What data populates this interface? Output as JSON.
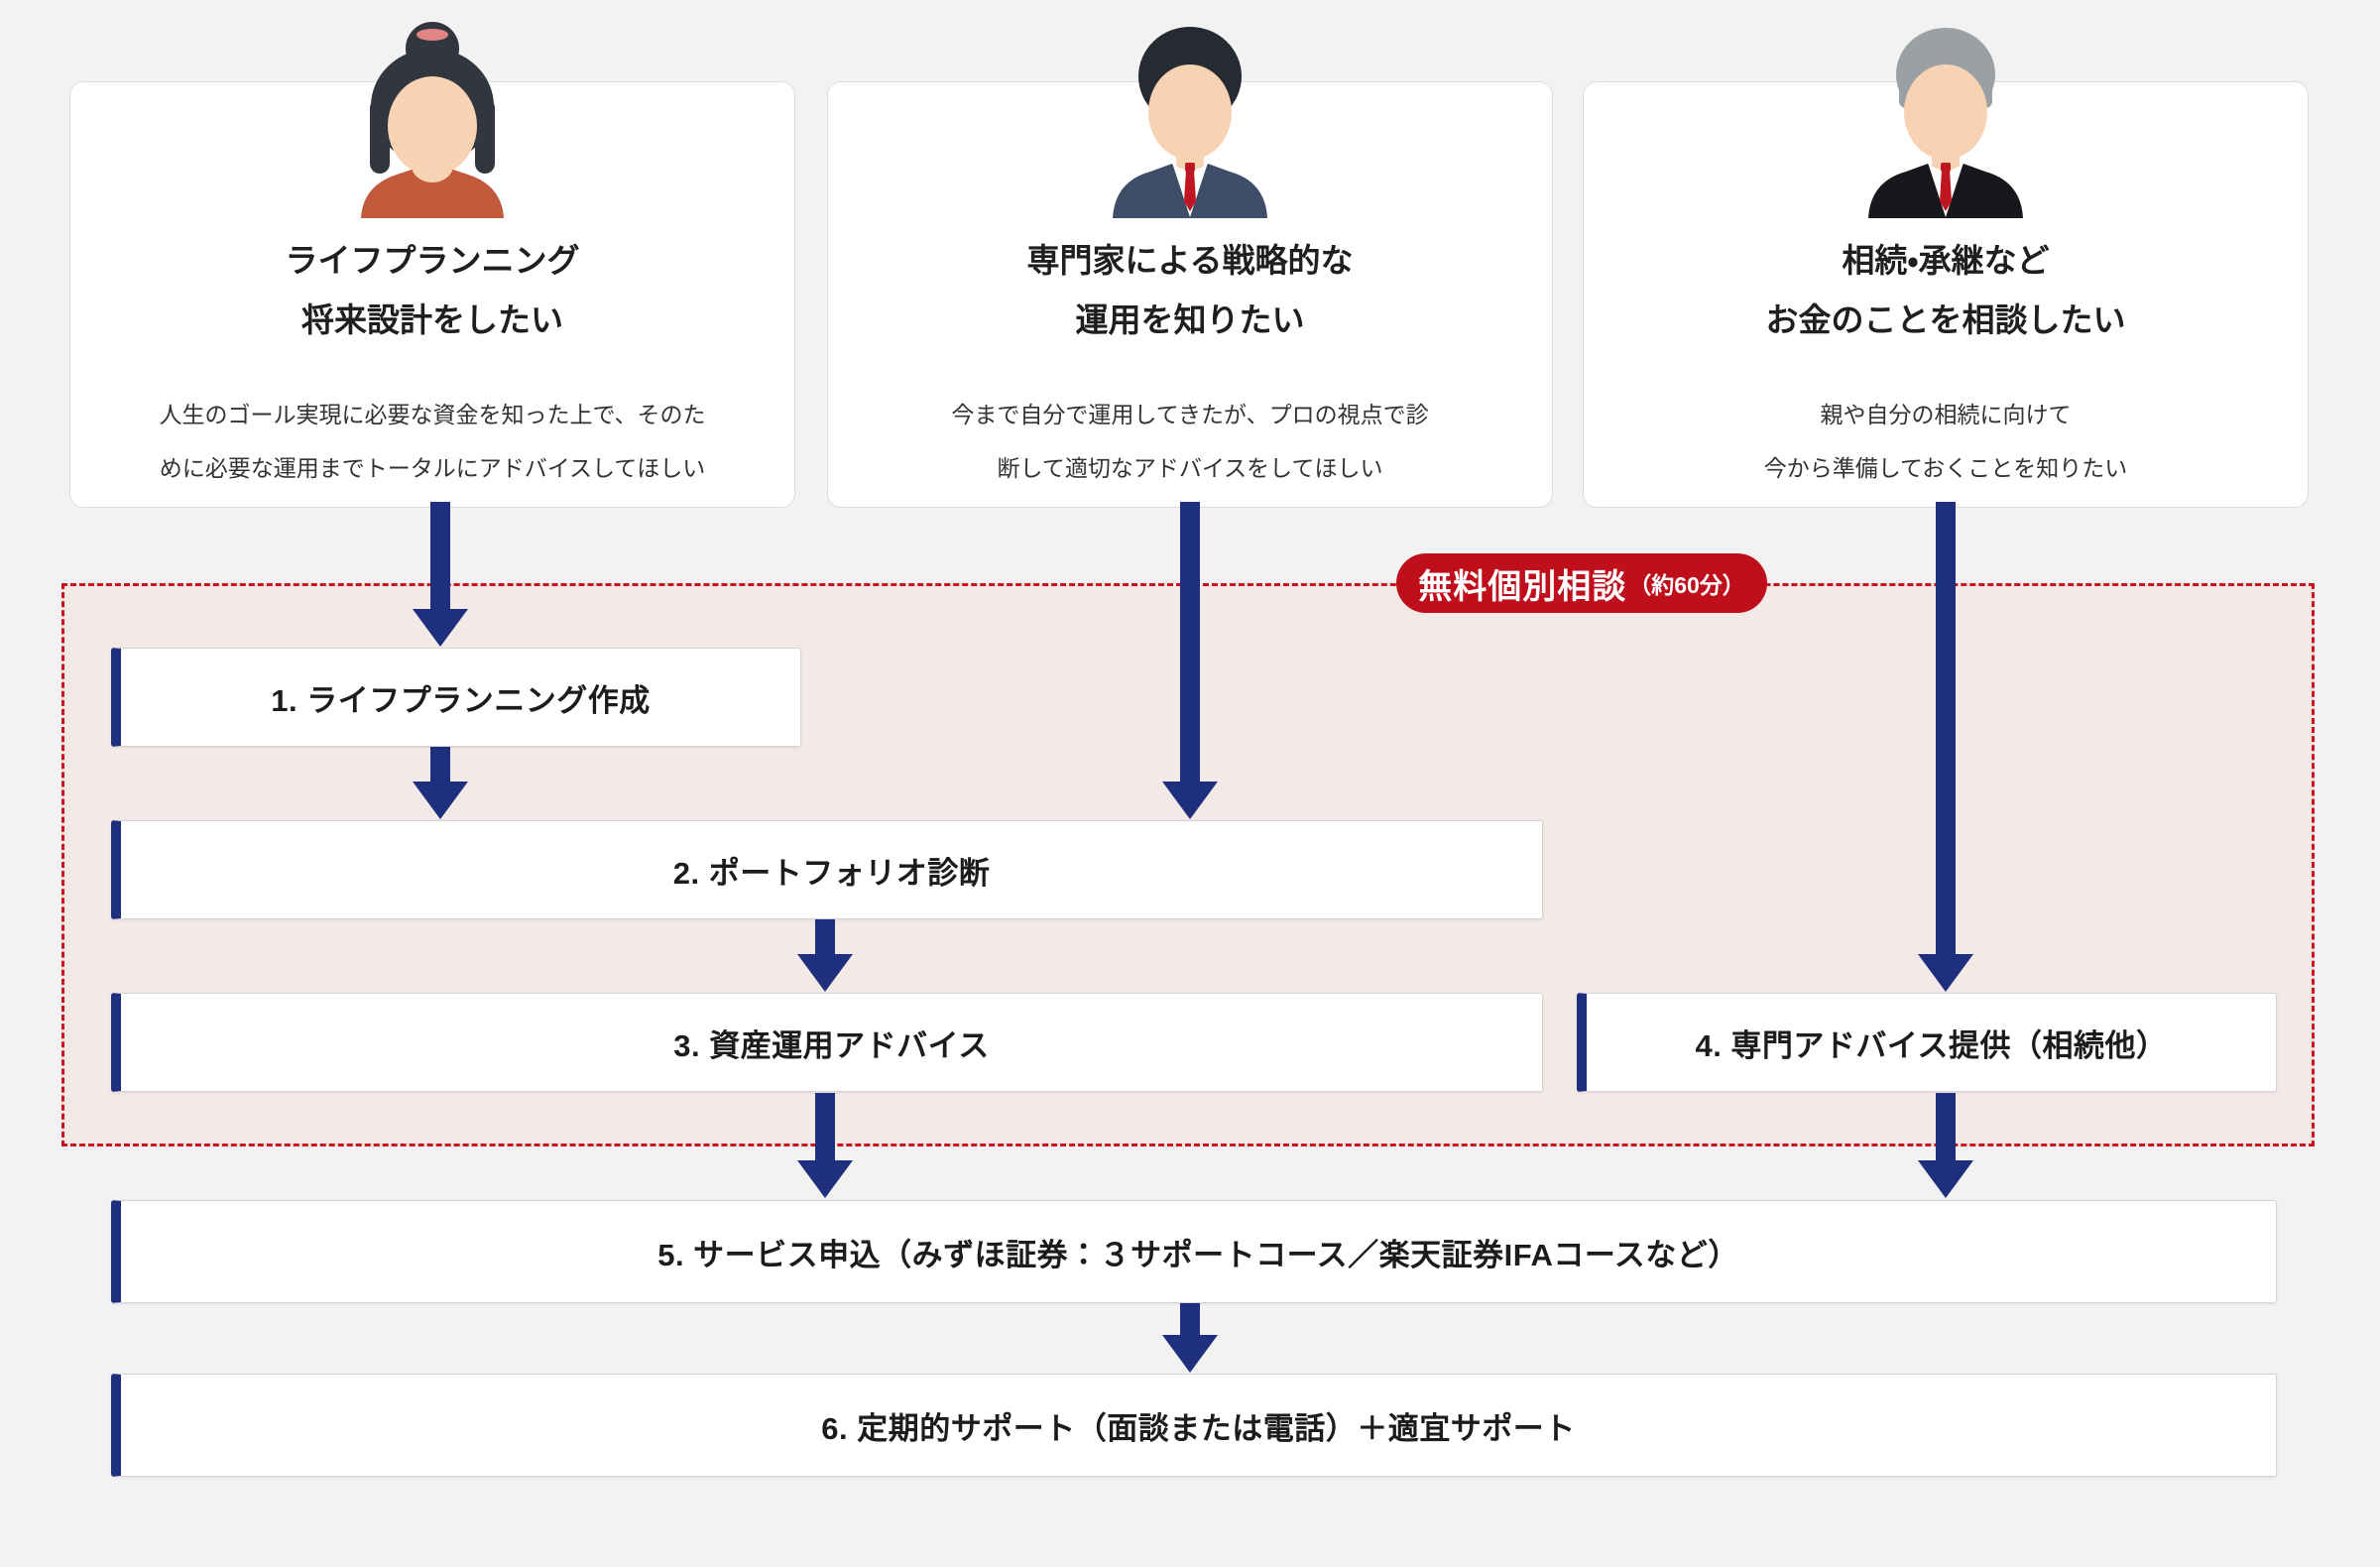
{
  "personas": [
    {
      "avatar": "woman-avatar",
      "title": [
        "ライフプランニング",
        "将来設計をしたい"
      ],
      "desc": [
        "人生のゴール実現に必要な資金を知った上で、そのた",
        "めに必要な運用までトータルにアドバイスしてほしい"
      ]
    },
    {
      "avatar": "businessman-avatar",
      "title": [
        "専門家による戦略的な",
        "運用を知りたい"
      ],
      "desc": [
        "今まで自分で運用してきたが、プロの視点で診",
        "断して適切なアドバイスをしてほしい"
      ]
    },
    {
      "avatar": "senior-man-avatar",
      "title": [
        "相続・承継など",
        "お金のことを相談したい"
      ],
      "desc": [
        "親や自分の相続に向けて",
        "今から準備しておくことを知りたい"
      ]
    }
  ],
  "consultation": {
    "badge_label": "無料個別相談",
    "badge_note": "（約60分）"
  },
  "steps": [
    {
      "label": "1. ライフプランニング作成"
    },
    {
      "label": "2. ポートフォリオ診断"
    },
    {
      "label": "3. 資産運用アドバイス"
    },
    {
      "label": "4. 専門アドバイス提供（相続他）"
    },
    {
      "label": "5. サービス申込（みずほ証券：３サポートコース／楽天証券IFAコースなど）"
    },
    {
      "label": "6. 定期的サポート（面談または電話）＋適宜サポート"
    }
  ],
  "colors": {
    "arrow_navy": "#1e2f7d",
    "dashed_red": "#cc1122",
    "badge_red": "#bf0f1d",
    "zone_pink": "#f3e9e7",
    "page_bg": "#f2f2f2"
  }
}
